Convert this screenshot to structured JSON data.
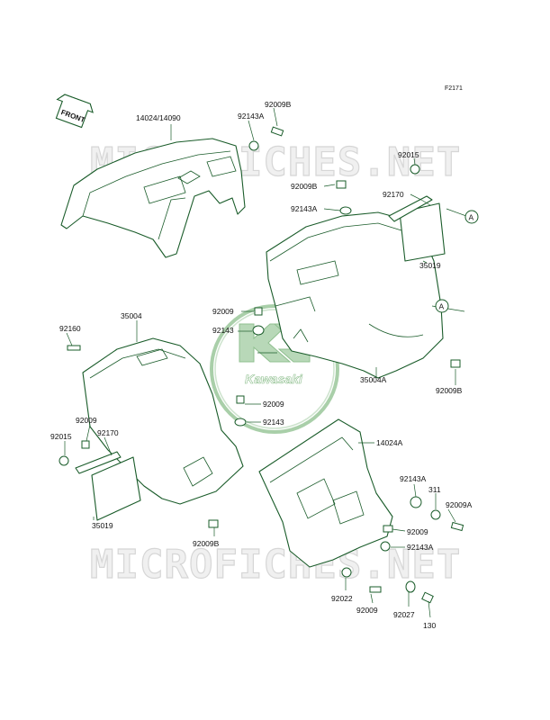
{
  "figure_code": "F2171",
  "front_tag": "FRONT",
  "watermark": {
    "text": "MICROFICHES.NET",
    "brand_badge": "Kawasaki"
  },
  "callouts": {
    "A_top": "A",
    "A_mid": "A"
  },
  "part_labels": {
    "p_14024_14090": "14024/14090",
    "p_92143A_top": "92143A",
    "p_92009B_top": "92009B",
    "p_92015_top": "92015",
    "p_92009B_mid": "92009B",
    "p_92170_top": "92170",
    "p_92143A_mid": "92143A",
    "p_35019_top": "35019",
    "p_92009_center": "92009",
    "p_92143_center": "92143",
    "p_92160": "92160",
    "p_35004": "35004",
    "p_35004A": "35004A",
    "p_92009B_right": "92009B",
    "p_92009_lower": "92009",
    "p_92143_lower": "92143",
    "p_92009_left": "92009",
    "p_92015_left": "92015",
    "p_92170_left": "92170",
    "p_35019_left": "35019",
    "p_92009B_bottom": "92009B",
    "p_14024A": "14024A",
    "p_92143A_right": "92143A",
    "p_311": "311",
    "p_92009A": "92009A",
    "p_92009_right": "92009",
    "p_92143A_right2": "92143A",
    "p_92022": "92022",
    "p_92009_bottom": "92009",
    "p_92027": "92027",
    "p_130": "130"
  }
}
